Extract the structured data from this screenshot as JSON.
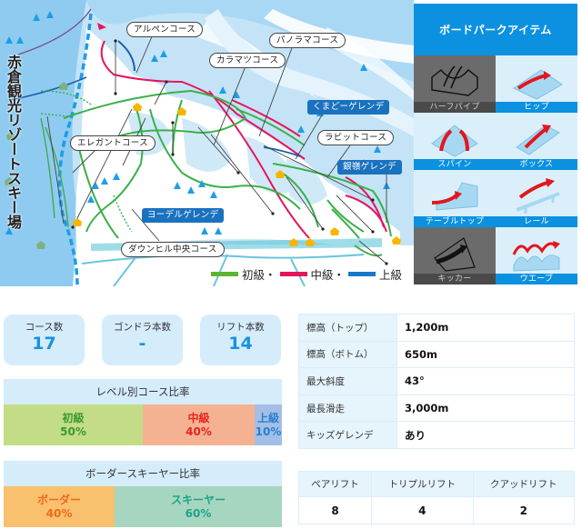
{
  "map": {
    "resort_name": "赤倉観光リゾートスキー場",
    "course_labels": [
      {
        "id": "alpen",
        "text": "アルペンコース"
      },
      {
        "id": "panorama",
        "text": "パノラマコース"
      },
      {
        "id": "karamatsu",
        "text": "カラマツコース"
      },
      {
        "id": "rabbit",
        "text": "ラビットコース"
      },
      {
        "id": "elegant",
        "text": "エレガントコース"
      },
      {
        "id": "downhill",
        "text": "ダウンヒル中央コース"
      }
    ],
    "area_labels": [
      {
        "id": "kumado",
        "text": "くまどーゲレンデ"
      },
      {
        "id": "ginrei",
        "text": "銀嶺ゲレンデ"
      },
      {
        "id": "yodel",
        "text": "ヨーデルゲレンデ"
      }
    ],
    "legend": [
      {
        "label": "初級・",
        "color": "#5cb531"
      },
      {
        "label": "中級・",
        "color": "#e6145a"
      },
      {
        "label": "上級",
        "color": "#1a78c8"
      }
    ]
  },
  "park": {
    "title": "ボードパークアイテム",
    "items": [
      {
        "name": "ハーフパイプ",
        "icon": "halfpipe-icon",
        "dark": true
      },
      {
        "name": "ヒップ",
        "icon": "hip-icon",
        "dark": false
      },
      {
        "name": "スパイン",
        "icon": "spine-icon",
        "dark": false
      },
      {
        "name": "ボックス",
        "icon": "box-icon",
        "dark": false
      },
      {
        "name": "テーブルトップ",
        "icon": "tabletop-icon",
        "dark": false
      },
      {
        "name": "レール",
        "icon": "rail-icon",
        "dark": false
      },
      {
        "name": "キッカー",
        "icon": "kicker-icon",
        "dark": true
      },
      {
        "name": "ウエーブ",
        "icon": "wave-icon",
        "dark": false
      }
    ]
  },
  "stats": {
    "courses": {
      "label": "コース数",
      "value": "17"
    },
    "gondolas": {
      "label": "ゴンドラ本数",
      "value": "-"
    },
    "lifts": {
      "label": "リフト本数",
      "value": "14"
    }
  },
  "level_ratio": {
    "title": "レベル別コース比率",
    "segments": [
      {
        "label": "初級",
        "value": "50%",
        "bg": "#c3dd86",
        "color": "#3c9a2a"
      },
      {
        "label": "中級",
        "value": "40%",
        "bg": "#f4b292",
        "color": "#e8231e"
      },
      {
        "label": "上級",
        "value": "10%",
        "bg": "#a3bfe6",
        "color": "#2a7fd1"
      }
    ]
  },
  "rider_ratio": {
    "title": "ボーダースキーヤー比率",
    "segments": [
      {
        "label": "ボーダー",
        "value": "40%",
        "bg": "#f9c06e",
        "color": "#f06a1c"
      },
      {
        "label": "スキーヤー",
        "value": "60%",
        "bg": "#a6d6bf",
        "color": "#1fa38c"
      }
    ]
  },
  "specs": [
    {
      "key": "標高（トップ）",
      "value": "1,200m"
    },
    {
      "key": "標高（ボトム）",
      "value": "650m"
    },
    {
      "key": "最大斜度",
      "value": "43°"
    },
    {
      "key": "最長滑走",
      "value": "3,000m"
    },
    {
      "key": "キッズゲレンデ",
      "value": "あり"
    }
  ],
  "lift_types": {
    "headers": [
      "ペアリフト",
      "トリプルリフト",
      "クアッドリフト"
    ],
    "values": [
      "8",
      "4",
      "2"
    ]
  }
}
